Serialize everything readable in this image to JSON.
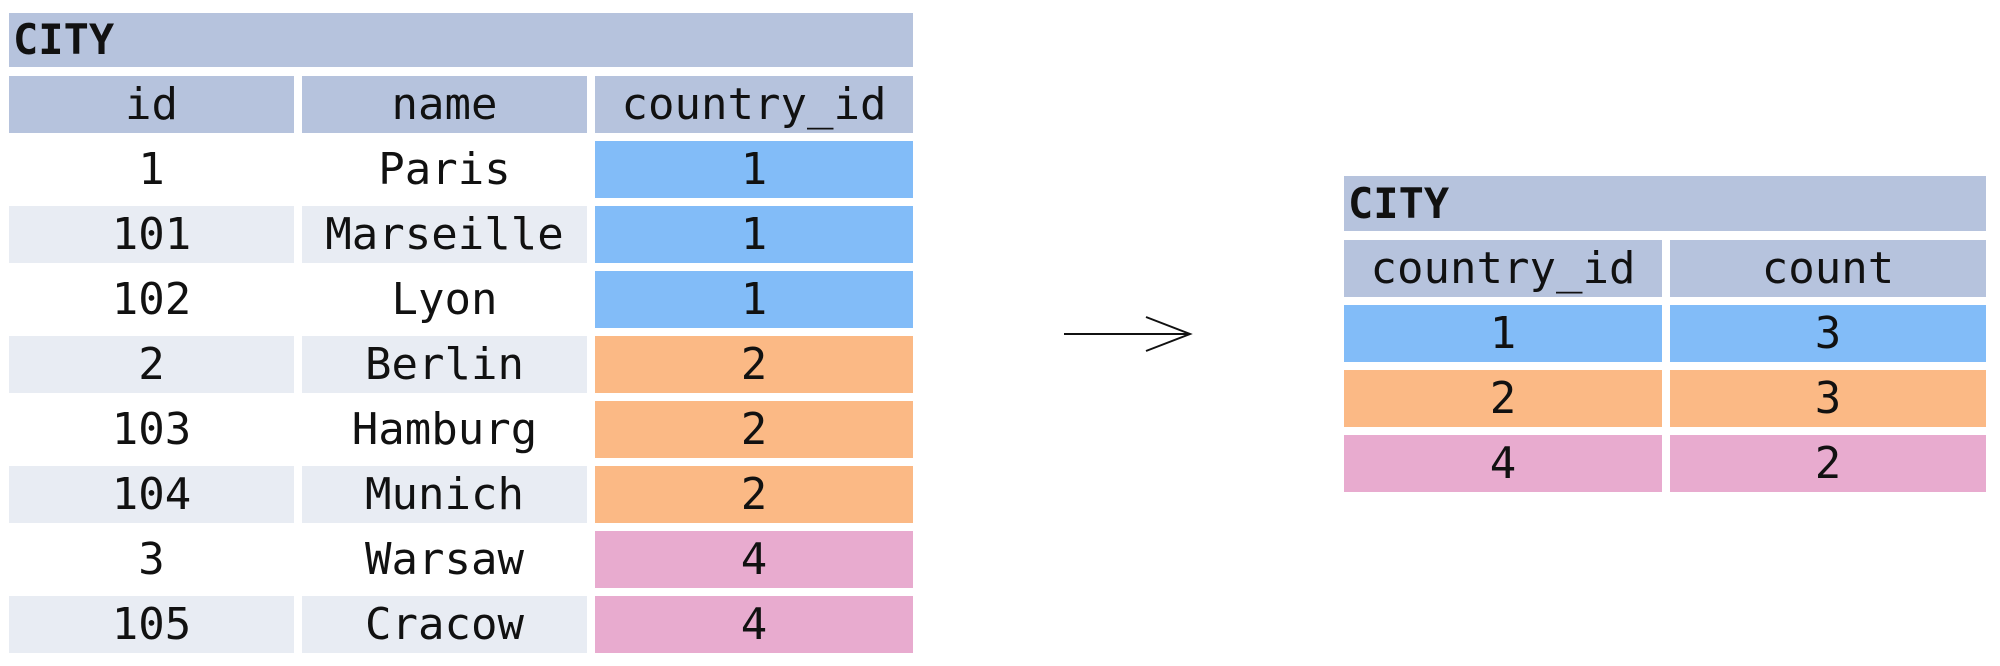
{
  "colors": {
    "header": "#b6c3dd",
    "stripe": "#e8ecf3",
    "group_1": "#82bcf8",
    "group_2": "#fbb985",
    "group_4": "#e8abcf"
  },
  "source_table": {
    "title": "CITY",
    "columns": [
      "id",
      "name",
      "country_id"
    ],
    "rows": [
      {
        "id": "1",
        "name": "Paris",
        "country_id": "1"
      },
      {
        "id": "101",
        "name": "Marseille",
        "country_id": "1"
      },
      {
        "id": "102",
        "name": "Lyon",
        "country_id": "1"
      },
      {
        "id": "2",
        "name": "Berlin",
        "country_id": "2"
      },
      {
        "id": "103",
        "name": "Hamburg",
        "country_id": "2"
      },
      {
        "id": "104",
        "name": "Munich",
        "country_id": "2"
      },
      {
        "id": "3",
        "name": "Warsaw",
        "country_id": "4"
      },
      {
        "id": "105",
        "name": "Cracow",
        "country_id": "4"
      }
    ]
  },
  "arrow_icon": "right-arrow",
  "result_table": {
    "title": "CITY",
    "columns": [
      "country_id",
      "count"
    ],
    "rows": [
      {
        "country_id": "1",
        "count": "3"
      },
      {
        "country_id": "2",
        "count": "3"
      },
      {
        "country_id": "4",
        "count": "2"
      }
    ]
  }
}
